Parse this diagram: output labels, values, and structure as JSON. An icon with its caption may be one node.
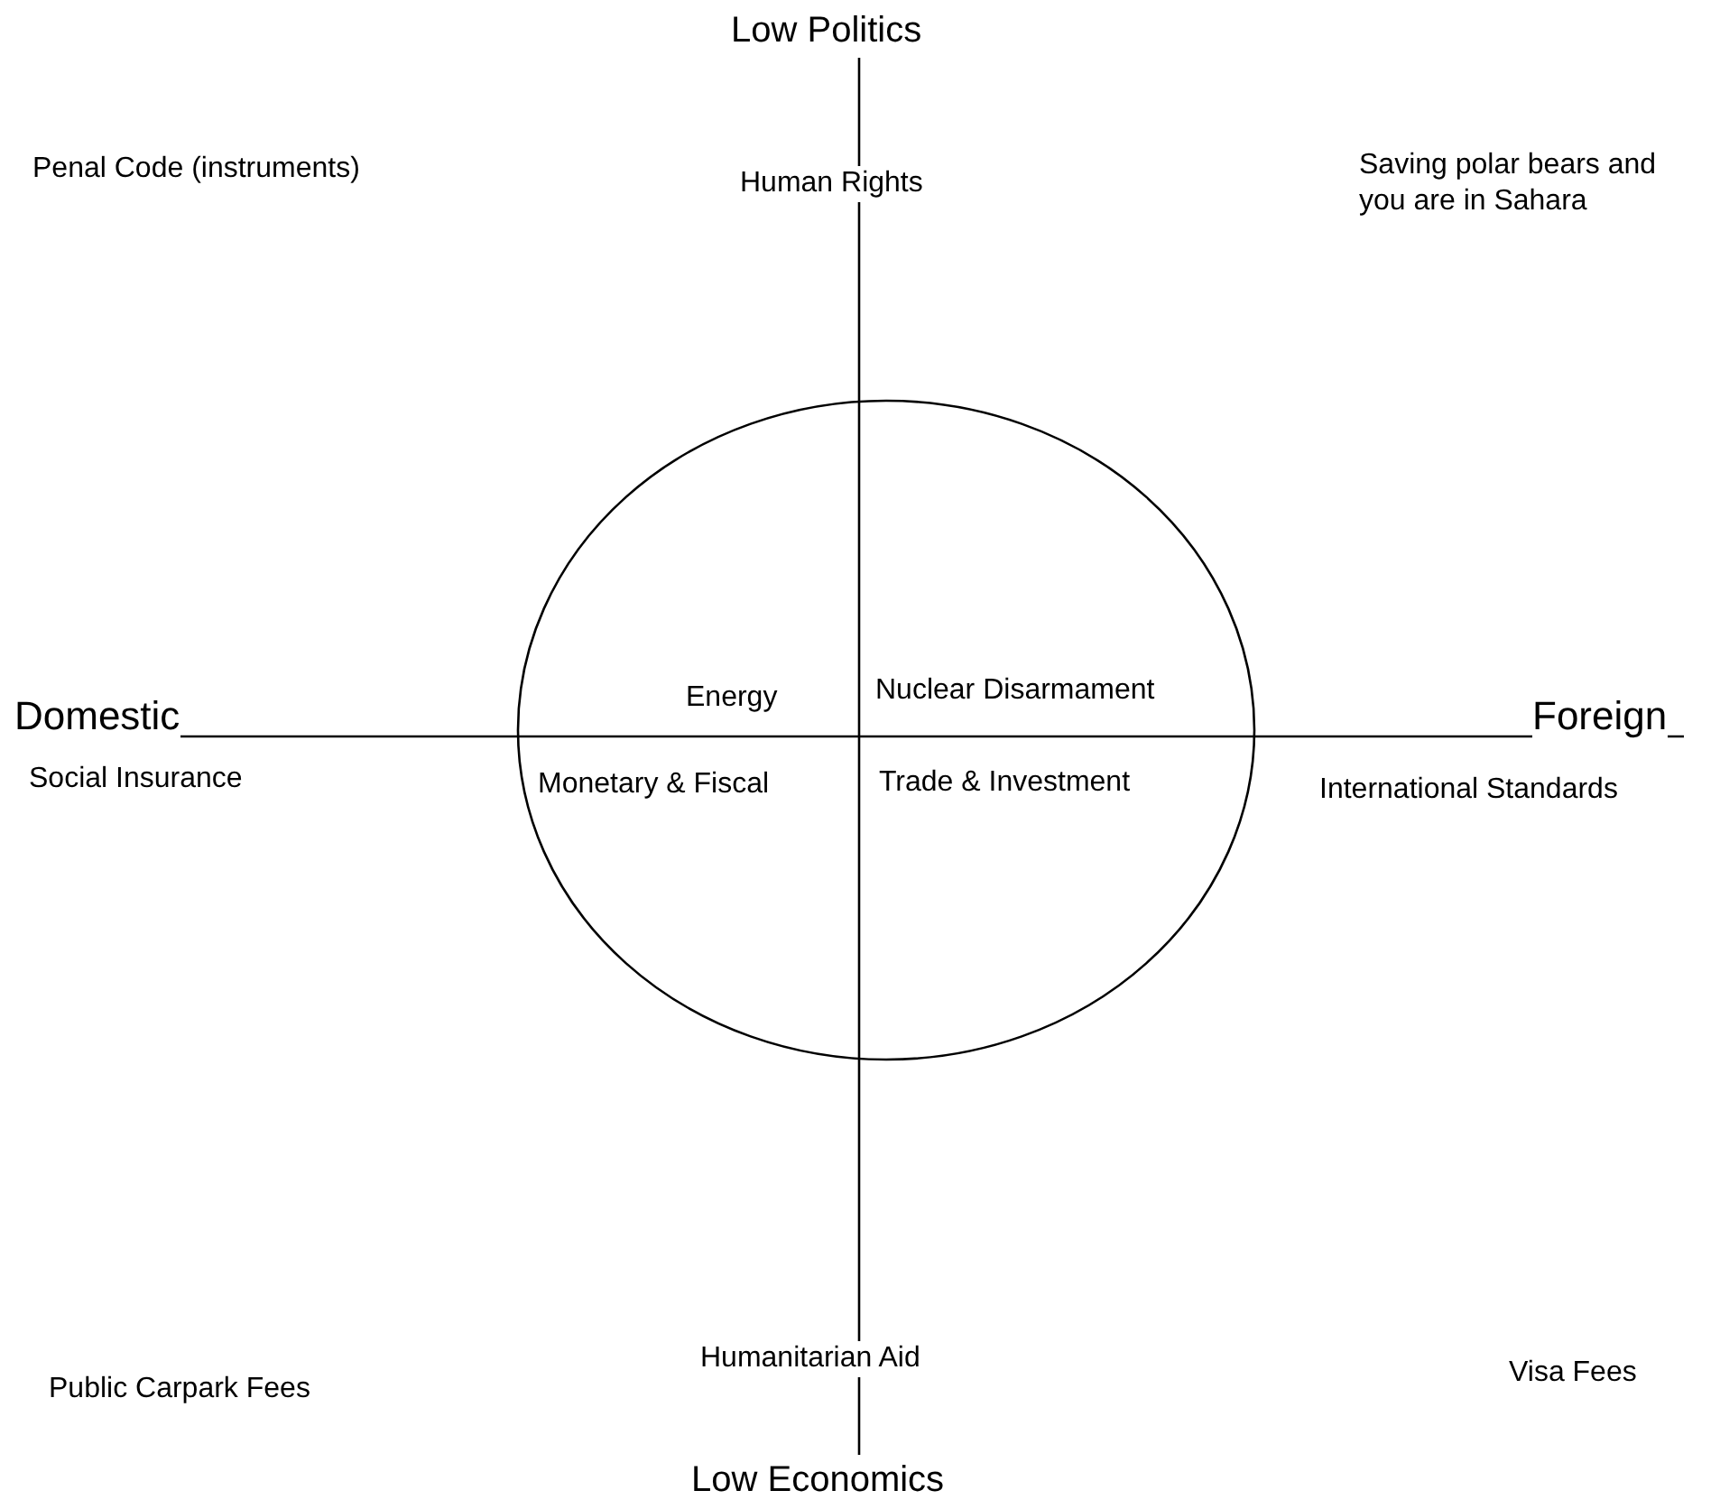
{
  "diagram": {
    "nodes": [
      {
        "text": [
          "Energy",
          "Nuclear Disarmament",
          "Monetary & Fiscal",
          "Trade & Investment"
        ]
      }
    ],
    "labels": [
      "Low Politics",
      "Penal Code (instruments)",
      "Human Rights",
      "Saving polar bears and you are in Sahara",
      "Domestic",
      "Foreign",
      "Social Insurance",
      "International Standards",
      "Humanitarian Aid",
      "Visa Fees",
      "Public Carpark Fees",
      "Low Economics"
    ]
  }
}
